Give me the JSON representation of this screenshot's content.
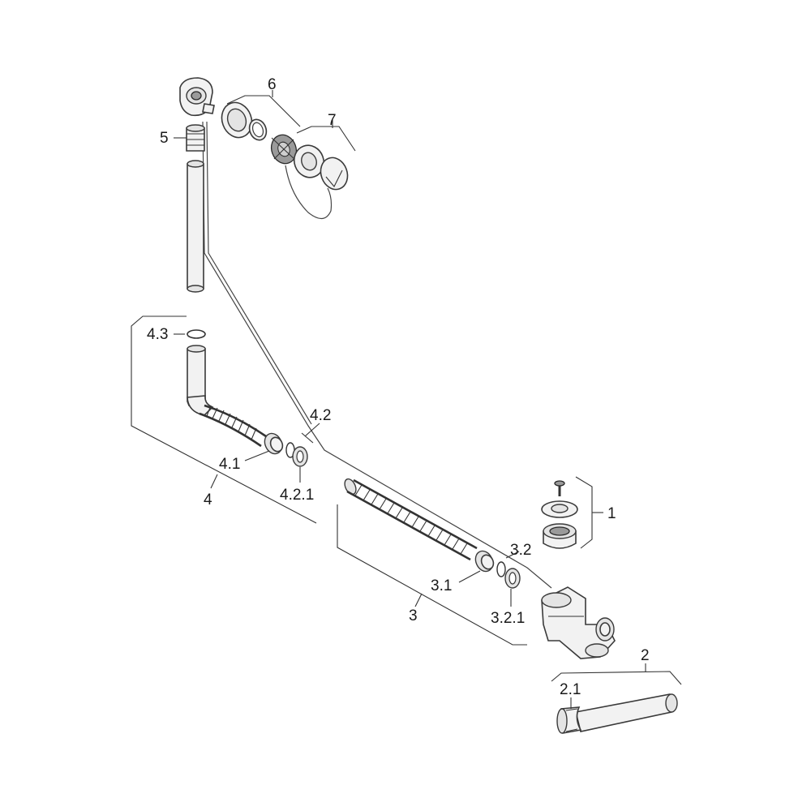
{
  "labels": {
    "l1": "1",
    "l2": "2",
    "l2_1": "2.1",
    "l3": "3",
    "l3_1": "3.1",
    "l3_2": "3.2",
    "l3_2_1": "3.2.1",
    "l4": "4",
    "l4_1": "4.1",
    "l4_2": "4.2",
    "l4_2_1": "4.2.1",
    "l4_3": "4.3",
    "l5": "5",
    "l6": "6",
    "l7": "7"
  }
}
